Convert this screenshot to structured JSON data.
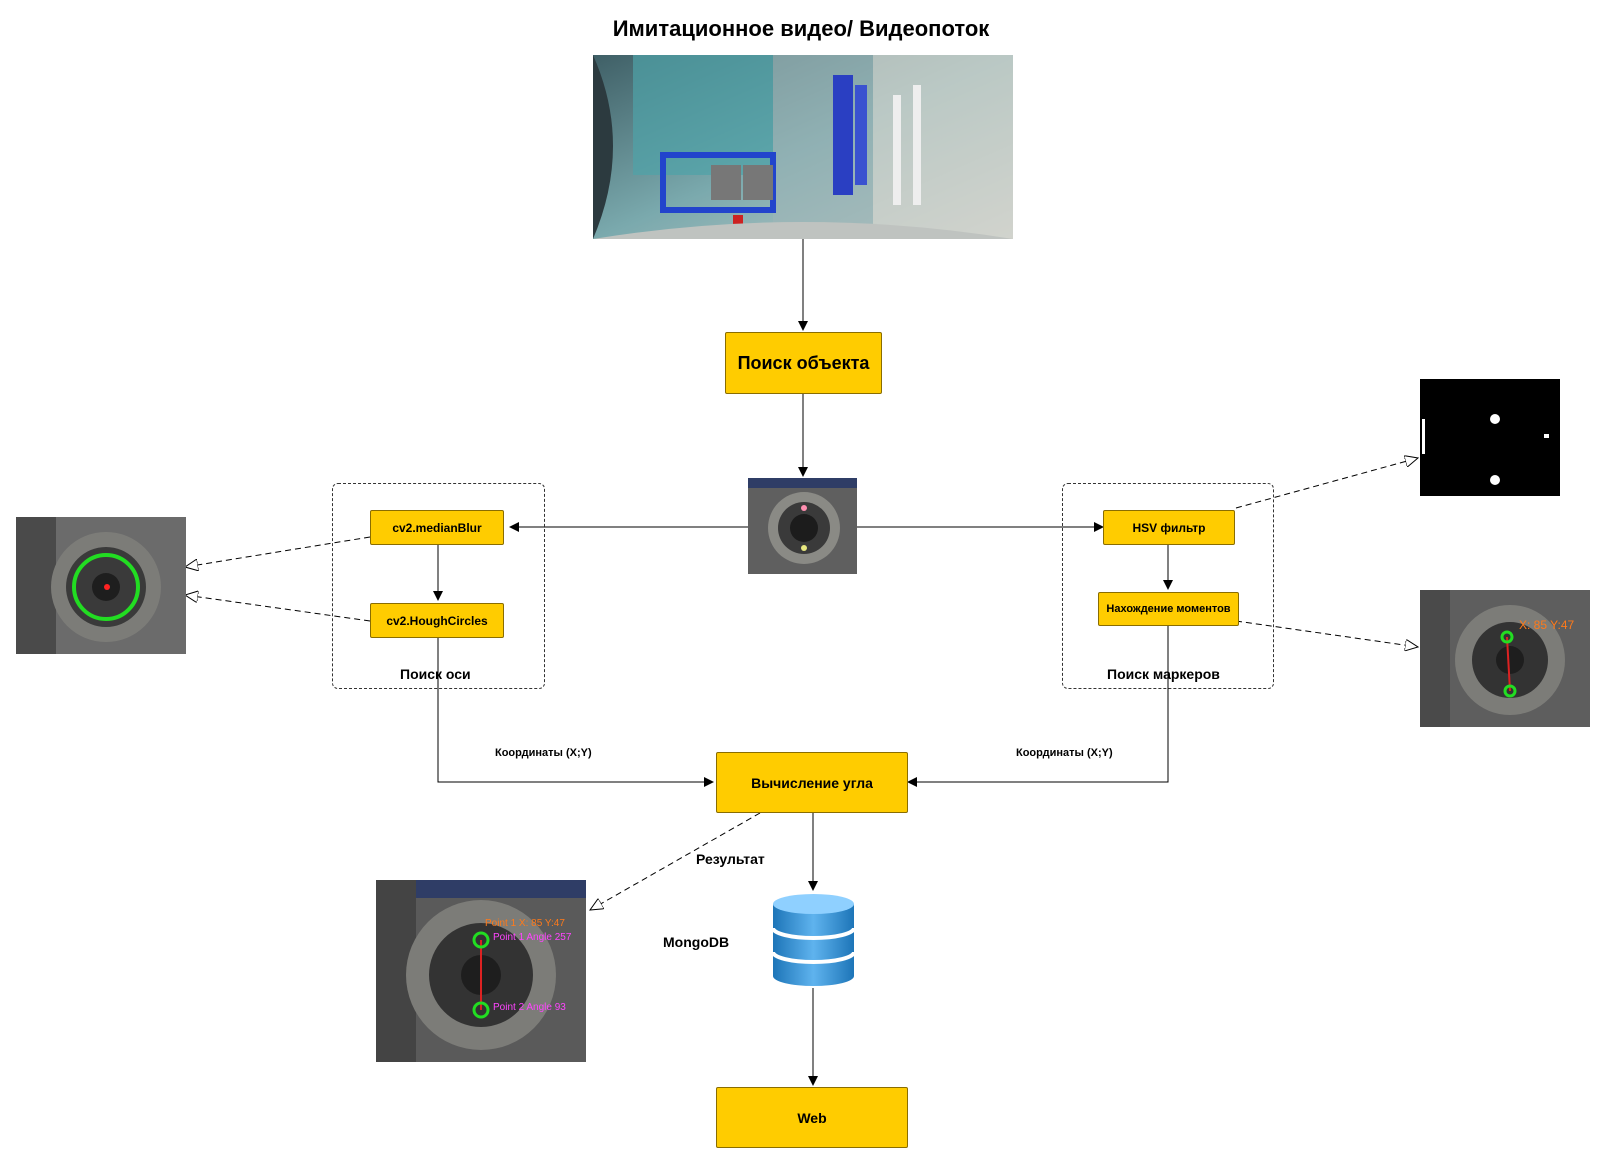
{
  "title": "Имитационное видео/ Видеопоток",
  "nodes": {
    "search_object": "Поиск объекта",
    "median_blur": "cv2.medianBlur",
    "hough_circles": "cv2.HoughCircles",
    "hsv_filter": "HSV фильтр",
    "moments": "Нахождение моментов",
    "angle_calc": "Вычисление угла",
    "web": "Web"
  },
  "groups": {
    "axis_search": "Поиск оси",
    "marker_search": "Поиск маркеров"
  },
  "edge_labels": {
    "coords_left": "Координаты (X;Y)",
    "coords_right": "Координаты (X;Y)",
    "result": "Результат",
    "mongodb": "MongoDB"
  },
  "overlays": {
    "marker_coords": "X: 85  Y:47",
    "result_point1_coords": "Point 1 X: 85  Y:47",
    "result_point1_angle": "Point 1 Angle 257",
    "result_point2_angle": "Point 2 Angle 93"
  },
  "colors": {
    "node_fill": "#ffcc00",
    "db_blue": "#2a8fd6",
    "circle_green": "#22dd22",
    "overlay_orange": "#ff7a1a",
    "overlay_magenta": "#ff44ff"
  },
  "icons": {
    "database": "database-icon"
  }
}
